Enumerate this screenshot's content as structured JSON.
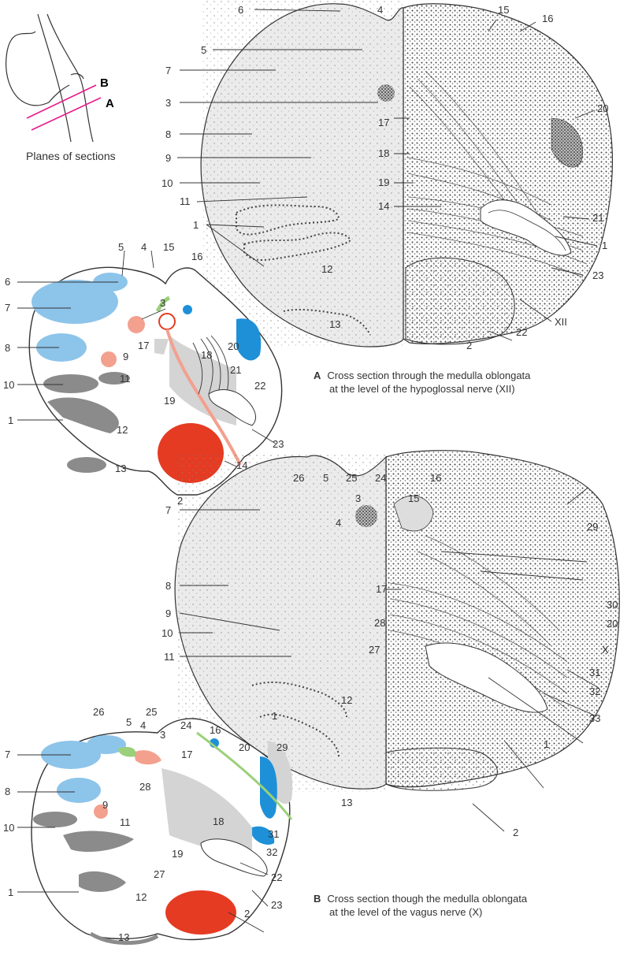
{
  "planes_label": "Planes of sections",
  "plane_labels": {
    "B": "B",
    "A": "A"
  },
  "colors": {
    "pink": "#e8198c",
    "blue": "#1e90d8",
    "lightblue": "#8dc4ea",
    "salmon": "#f3a08e",
    "red": "#e53b22",
    "grey": "#8b8b8b",
    "lightgrey": "#d4d4d4",
    "green": "#9bd07a"
  },
  "caption_a": {
    "letter": "A",
    "line1": "Cross section through the medulla oblongata",
    "line2": "at the level of the hypoglossal nerve (XII)"
  },
  "caption_b": {
    "letter": "B",
    "line1": "Cross section though the medulla oblongata",
    "line2": "at the level of the vagus nerve (X)"
  },
  "labels_a_right": [
    "6",
    "4",
    "15",
    "16",
    "5",
    "7",
    "3",
    "20",
    "17",
    "8",
    "9",
    "18",
    "10",
    "19",
    "11",
    "14",
    "1",
    "21",
    "12",
    "1",
    "23",
    "XII",
    "13",
    "22",
    "2"
  ],
  "labels_a_left": [
    "5",
    "4",
    "15",
    "16",
    "6",
    "3",
    "7",
    "17",
    "20",
    "8",
    "9",
    "18",
    "11",
    "21",
    "10",
    "22",
    "19",
    "1",
    "12",
    "23",
    "14",
    "13",
    "2"
  ],
  "labels_b_right": [
    "26",
    "5",
    "25",
    "24",
    "16",
    "15",
    "3",
    "4",
    "7",
    "29",
    "17",
    "8",
    "30",
    "20",
    "9",
    "28",
    "10",
    "X",
    "11",
    "27",
    "31",
    "32",
    "12",
    "1",
    "33",
    "1",
    "13",
    "2"
  ],
  "labels_b_left": [
    "26",
    "25",
    "5",
    "4",
    "3",
    "24",
    "7",
    "16",
    "17",
    "20",
    "29",
    "8",
    "28",
    "9",
    "11",
    "18",
    "10",
    "31",
    "19",
    "32",
    "27",
    "22",
    "1",
    "12",
    "23",
    "13",
    "2"
  ]
}
